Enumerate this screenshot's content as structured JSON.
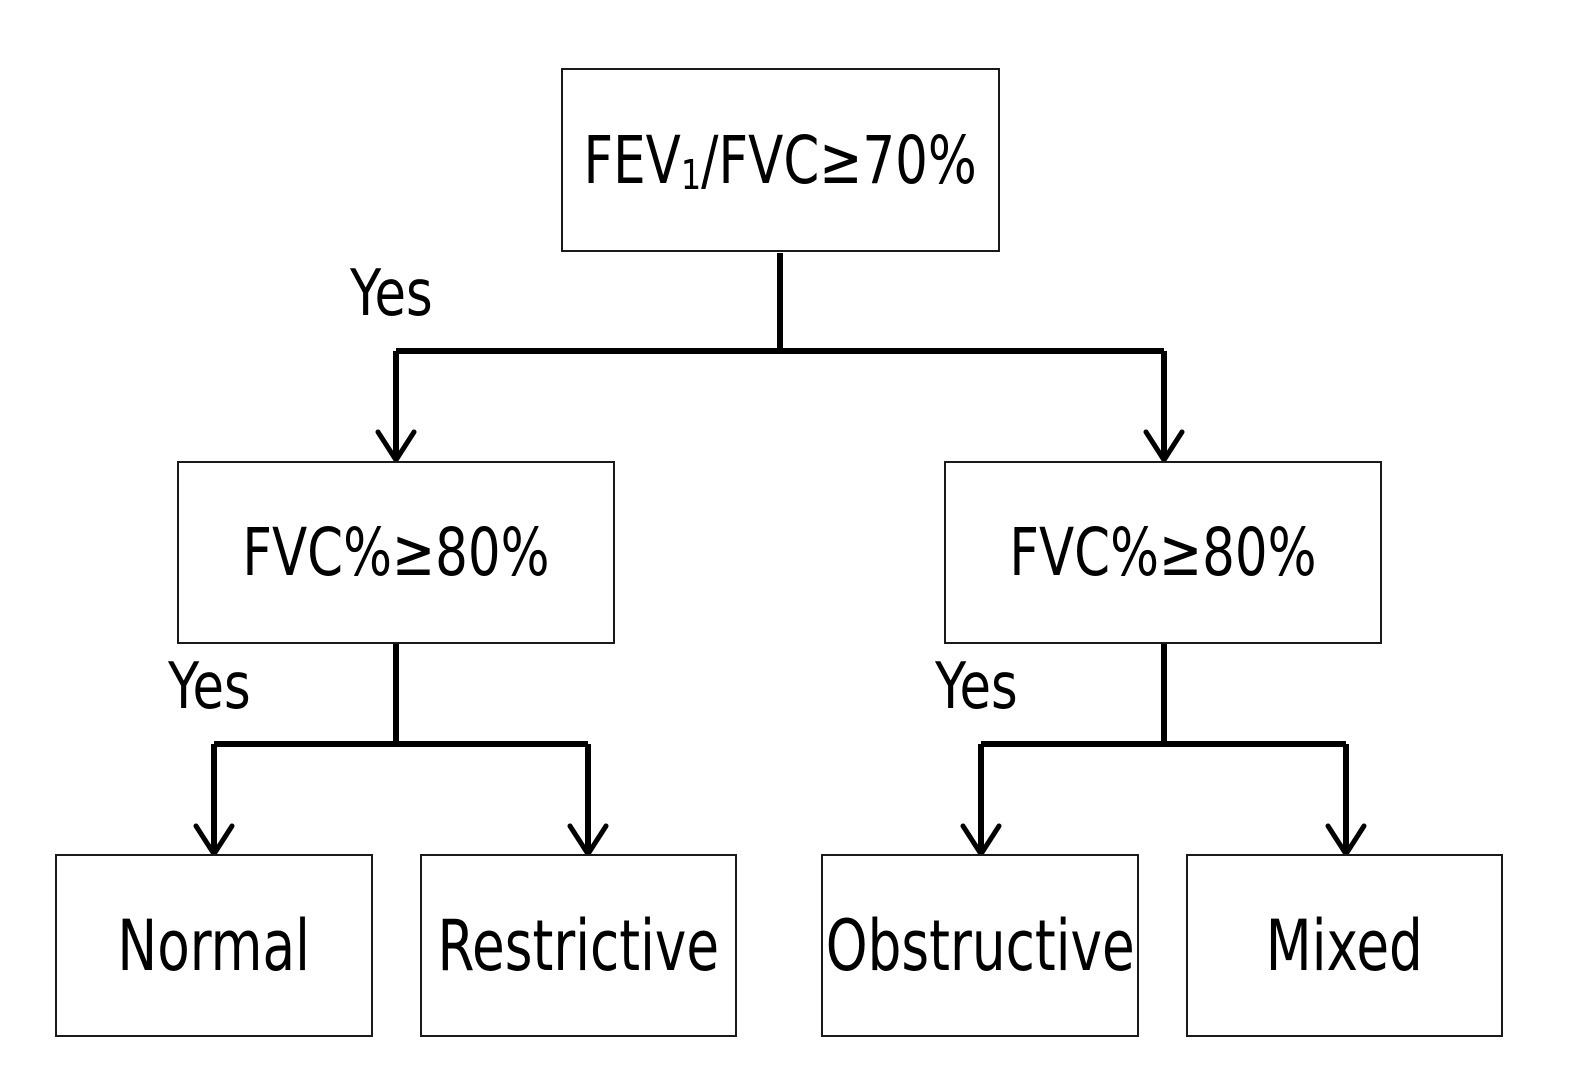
{
  "diagram": {
    "root": {
      "label_main": "FEV",
      "label_sub": "1",
      "label_rest": "/FVC≥70%"
    },
    "left_decision": {
      "label": "FVC%≥80%"
    },
    "right_decision": {
      "label": "FVC%≥80%"
    },
    "outcomes": {
      "normal": "Normal",
      "restrictive": "Restrictive",
      "obstructive": "Obstructive",
      "mixed": "Mixed"
    },
    "edge_labels": {
      "root_yes": "Yes",
      "left_yes": "Yes",
      "right_yes": "Yes"
    },
    "colors": {
      "stroke": "#000000",
      "box_border": "#1a1a1a",
      "background": "#ffffff"
    }
  }
}
